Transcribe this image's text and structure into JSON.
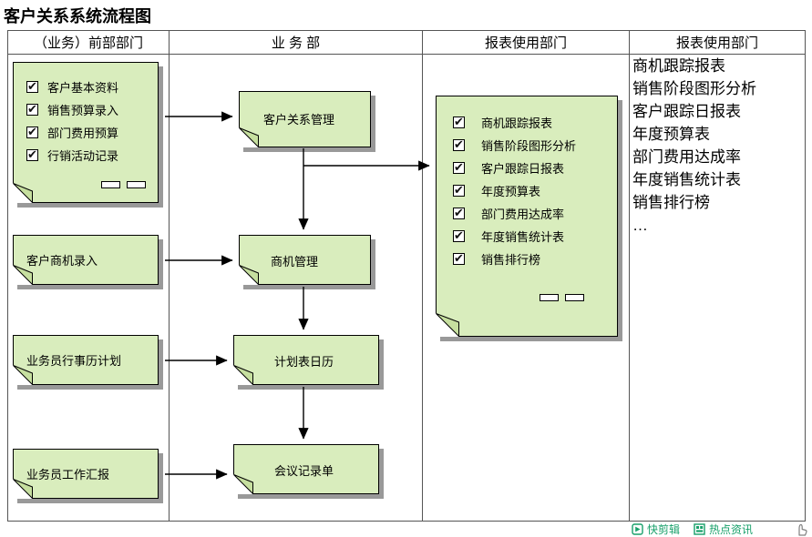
{
  "title": "客户关系系统流程图",
  "columns": {
    "c1": "（业务）前部部门",
    "c2": "业 务 部",
    "c3": "报表使用部门",
    "c4": "报表使用部门"
  },
  "front_dept": {
    "input_doc": {
      "items": [
        "客户基本资料",
        "销售预算录入",
        "部门费用预算",
        "行销活动记录"
      ]
    },
    "doc_opportunity": "客户商机录入",
    "doc_calendar_plan": "业务员行事历计划",
    "doc_work_report": "业务员工作汇报"
  },
  "business_dept": {
    "crm": "客户关系管理",
    "opportunity_mgmt": "商机管理",
    "plan_calendar": "计划表日历",
    "meeting_record": "会议记录单"
  },
  "report_dept": {
    "items": [
      "商机跟踪报表",
      "销售阶段图形分析",
      "客户跟踪日报表",
      "年度预算表",
      "部门费用达成率",
      "年度销售统计表",
      "销售排行榜"
    ]
  },
  "report_list": [
    "商机跟踪报表",
    "销售阶段图形分析",
    "客户跟踪日报表",
    "年度预算表",
    "部门费用达成率",
    "年度销售统计表",
    "销售排行榜",
    "…"
  ],
  "statusbar": {
    "clip": "快剪辑",
    "news": "热点资讯"
  },
  "colors": {
    "doc_fill": "#d9edbd",
    "doc_fold": "#c6df9f",
    "shadow": "#999999",
    "line": "#555555",
    "accent_green": "#18a06a"
  }
}
